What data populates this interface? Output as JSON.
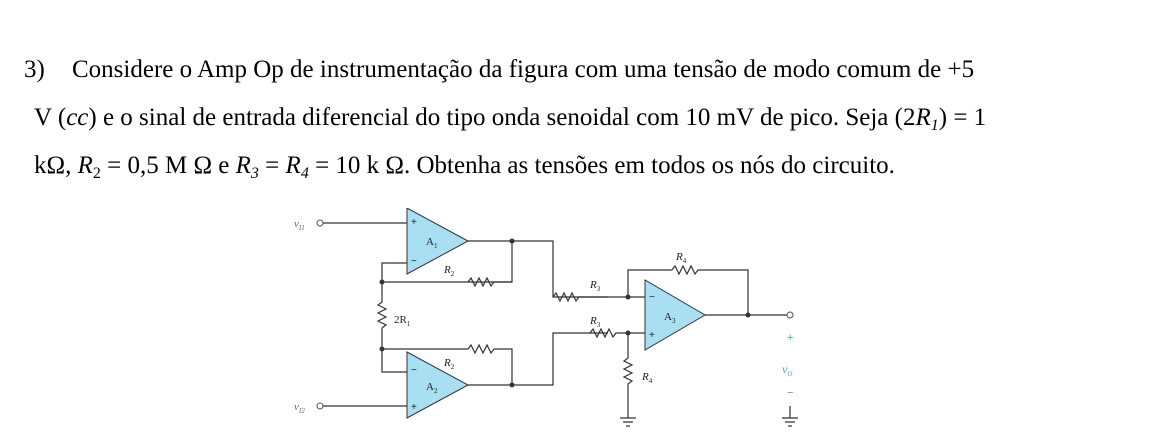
{
  "problem": {
    "number": "3)",
    "line1": "Considere o Amp Op de instrumentação da figura com uma tensão de modo comum de +5",
    "line2_a": "V (",
    "line2_cc": "cc",
    "line2_b": ") e o sinal de entrada diferencial do tipo onda senoidal com 10 mV de pico. Seja (2",
    "line2_R": "R",
    "line2_sub1": "1",
    "line2_c": ") = 1",
    "line3_a": "kΩ, ",
    "line3_R2": "R",
    "line3_sub2": "2",
    "line3_b": " = 0,5 M Ω e ",
    "line3_R3": "R",
    "line3_sub3": "3",
    "line3_c": " = ",
    "line3_R4": "R",
    "line3_sub4": "4",
    "line3_d": " = 10 k Ω. Obtenha as tensões em todos os nós do circuito."
  },
  "circuit": {
    "vi1": "v",
    "vi1_sub": "I1",
    "vi2": "v",
    "vi2_sub": "I2",
    "a1": "A",
    "a1_sub": "1",
    "a2": "A",
    "a2_sub": "2",
    "a3": "A",
    "a3_sub": "3",
    "r2_top": "R",
    "r2_top_sub": "2",
    "r2_bot": "R",
    "r2_bot_sub": "2",
    "r1": "2R",
    "r1_sub": "1",
    "r3_top": "R",
    "r3_top_sub": "3",
    "r3_bot": "R",
    "r3_bot_sub": "3",
    "r4_top": "R",
    "r4_top_sub": "4",
    "r4_bot": "R",
    "r4_bot_sub": "4",
    "vo": "v",
    "vo_sub": "O",
    "plus": "+",
    "minus": "−"
  }
}
